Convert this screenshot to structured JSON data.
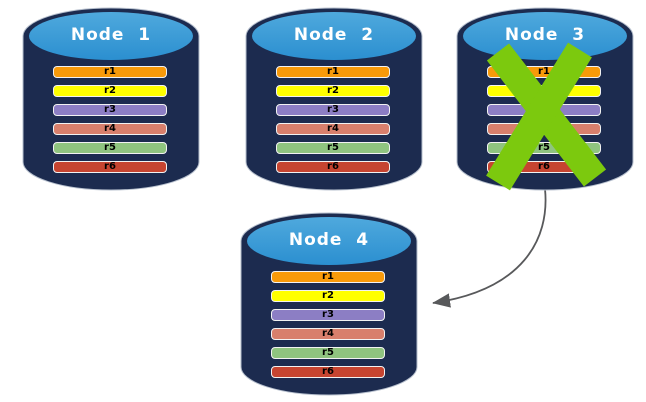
{
  "diagram": {
    "description": "Four database nodes each holding replicated records r1-r6; Node 3 is crossed out with a green X and an arrow points from failed Node 3 to Node 4."
  },
  "colors": {
    "cylinder_body": "#1C2B4F",
    "cylinder_top": "#3295D3",
    "cylinder_top_light": "#4FA9DD",
    "node_label_text": "#FFFFFF",
    "record_border": "#F2F2F2",
    "record_text": "#000000",
    "failure_x": "#7CC90E",
    "arrow": "#58595B"
  },
  "nodes": [
    {
      "label": "Node  1",
      "failed": false,
      "records": [
        {
          "label": "r1",
          "color": "#F89A0A"
        },
        {
          "label": "r2",
          "color": "#FFFF00"
        },
        {
          "label": "r3",
          "color": "#8C7EC4"
        },
        {
          "label": "r4",
          "color": "#D87F6C"
        },
        {
          "label": "r5",
          "color": "#8FC47F"
        },
        {
          "label": "r6",
          "color": "#C64430"
        }
      ]
    },
    {
      "label": "Node  2",
      "failed": false,
      "records": [
        {
          "label": "r1",
          "color": "#F89A0A"
        },
        {
          "label": "r2",
          "color": "#FFFF00"
        },
        {
          "label": "r3",
          "color": "#8C7EC4"
        },
        {
          "label": "r4",
          "color": "#D87F6C"
        },
        {
          "label": "r5",
          "color": "#8FC47F"
        },
        {
          "label": "r6",
          "color": "#C64430"
        }
      ]
    },
    {
      "label": "Node  3",
      "failed": true,
      "records": [
        {
          "label": "r1",
          "color": "#F89A0A"
        },
        {
          "label": "r2",
          "color": "#FFFF00"
        },
        {
          "label": "r3",
          "color": "#8C7EC4"
        },
        {
          "label": "r4",
          "color": "#D87F6C"
        },
        {
          "label": "r5",
          "color": "#8FC47F"
        },
        {
          "label": "r6",
          "color": "#C64430"
        }
      ]
    },
    {
      "label": "Node  4",
      "failed": false,
      "records": [
        {
          "label": "r1",
          "color": "#F89A0A"
        },
        {
          "label": "r2",
          "color": "#FFFF00"
        },
        {
          "label": "r3",
          "color": "#8C7EC4"
        },
        {
          "label": "r4",
          "color": "#D87F6C"
        },
        {
          "label": "r5",
          "color": "#8FC47F"
        },
        {
          "label": "r6",
          "color": "#C64430"
        }
      ]
    }
  ],
  "arrow": {
    "from": "Node  3",
    "to": "Node  4"
  }
}
